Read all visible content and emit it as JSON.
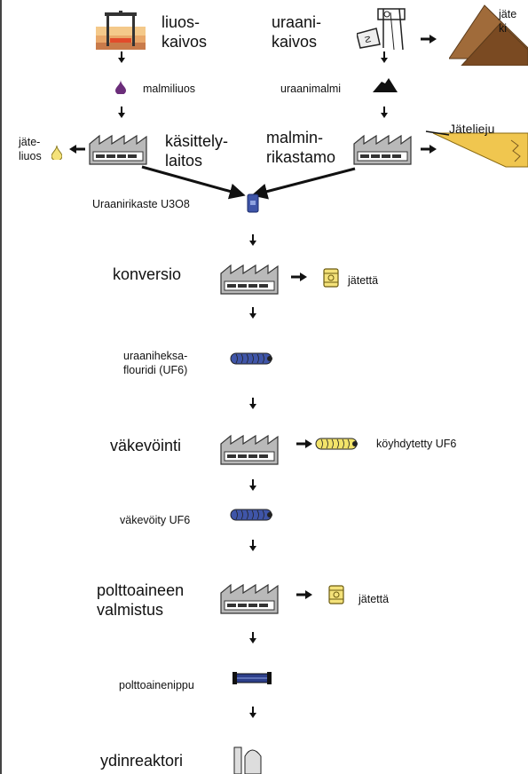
{
  "labels": {
    "liuoskaivos": "liuos-\nkaivos",
    "uraanikaivos": "uraani-\nkaivos",
    "jate_kasa": "jäte\nki",
    "malmiliuos": "malmiliuos",
    "uraanimalmi": "uraanimalmi",
    "jateliuos": "jäte-\nliuos",
    "kasittelylaitos": "käsittely-\nlaitos",
    "malminrikastamo": "malmin-\nrikastamo",
    "jatelieju": "Jätelieju",
    "uraanirikaste": "Uraanirikaste U3O8",
    "konversio": "konversio",
    "jatetta1": "jätettä",
    "uf6": "uraaniheksa-\nflouridi (UF6)",
    "vakevointi": "väkevöinti",
    "koyhdytetty": "köyhdytetty UF6",
    "vakevoity": "väkevöity UF6",
    "polttoaine": "polttoaineen\nvalmistus",
    "jatetta2": "jätettä",
    "nippu": "polttoainenippu",
    "ydinreaktori": "ydinreaktori"
  },
  "icons": {
    "factory": "factory-icon",
    "barrel": "waste-barrel-icon",
    "cylinder": "uf6-cylinder-icon",
    "mine": "uranium-mine-icon",
    "leach": "leach-mine-icon",
    "drop": "drop-icon",
    "ore_pile": "ore-pile-icon",
    "waste_heap": "waste-heap-icon",
    "tailings": "tailings-pond-icon",
    "drum": "concentrate-drum-icon",
    "bundle": "fuel-bundle-icon",
    "reactor": "reactor-icon"
  },
  "colors": {
    "factory_fill": "#b9b9b9",
    "uf6_blue": "#3f55a8",
    "depleted_yellow": "#f2e36a",
    "waste_yellow": "#f4e27a",
    "waste_heap": "#a06b3a",
    "tailings": "#f0c64f",
    "drop_purple": "#6b2d7a"
  }
}
